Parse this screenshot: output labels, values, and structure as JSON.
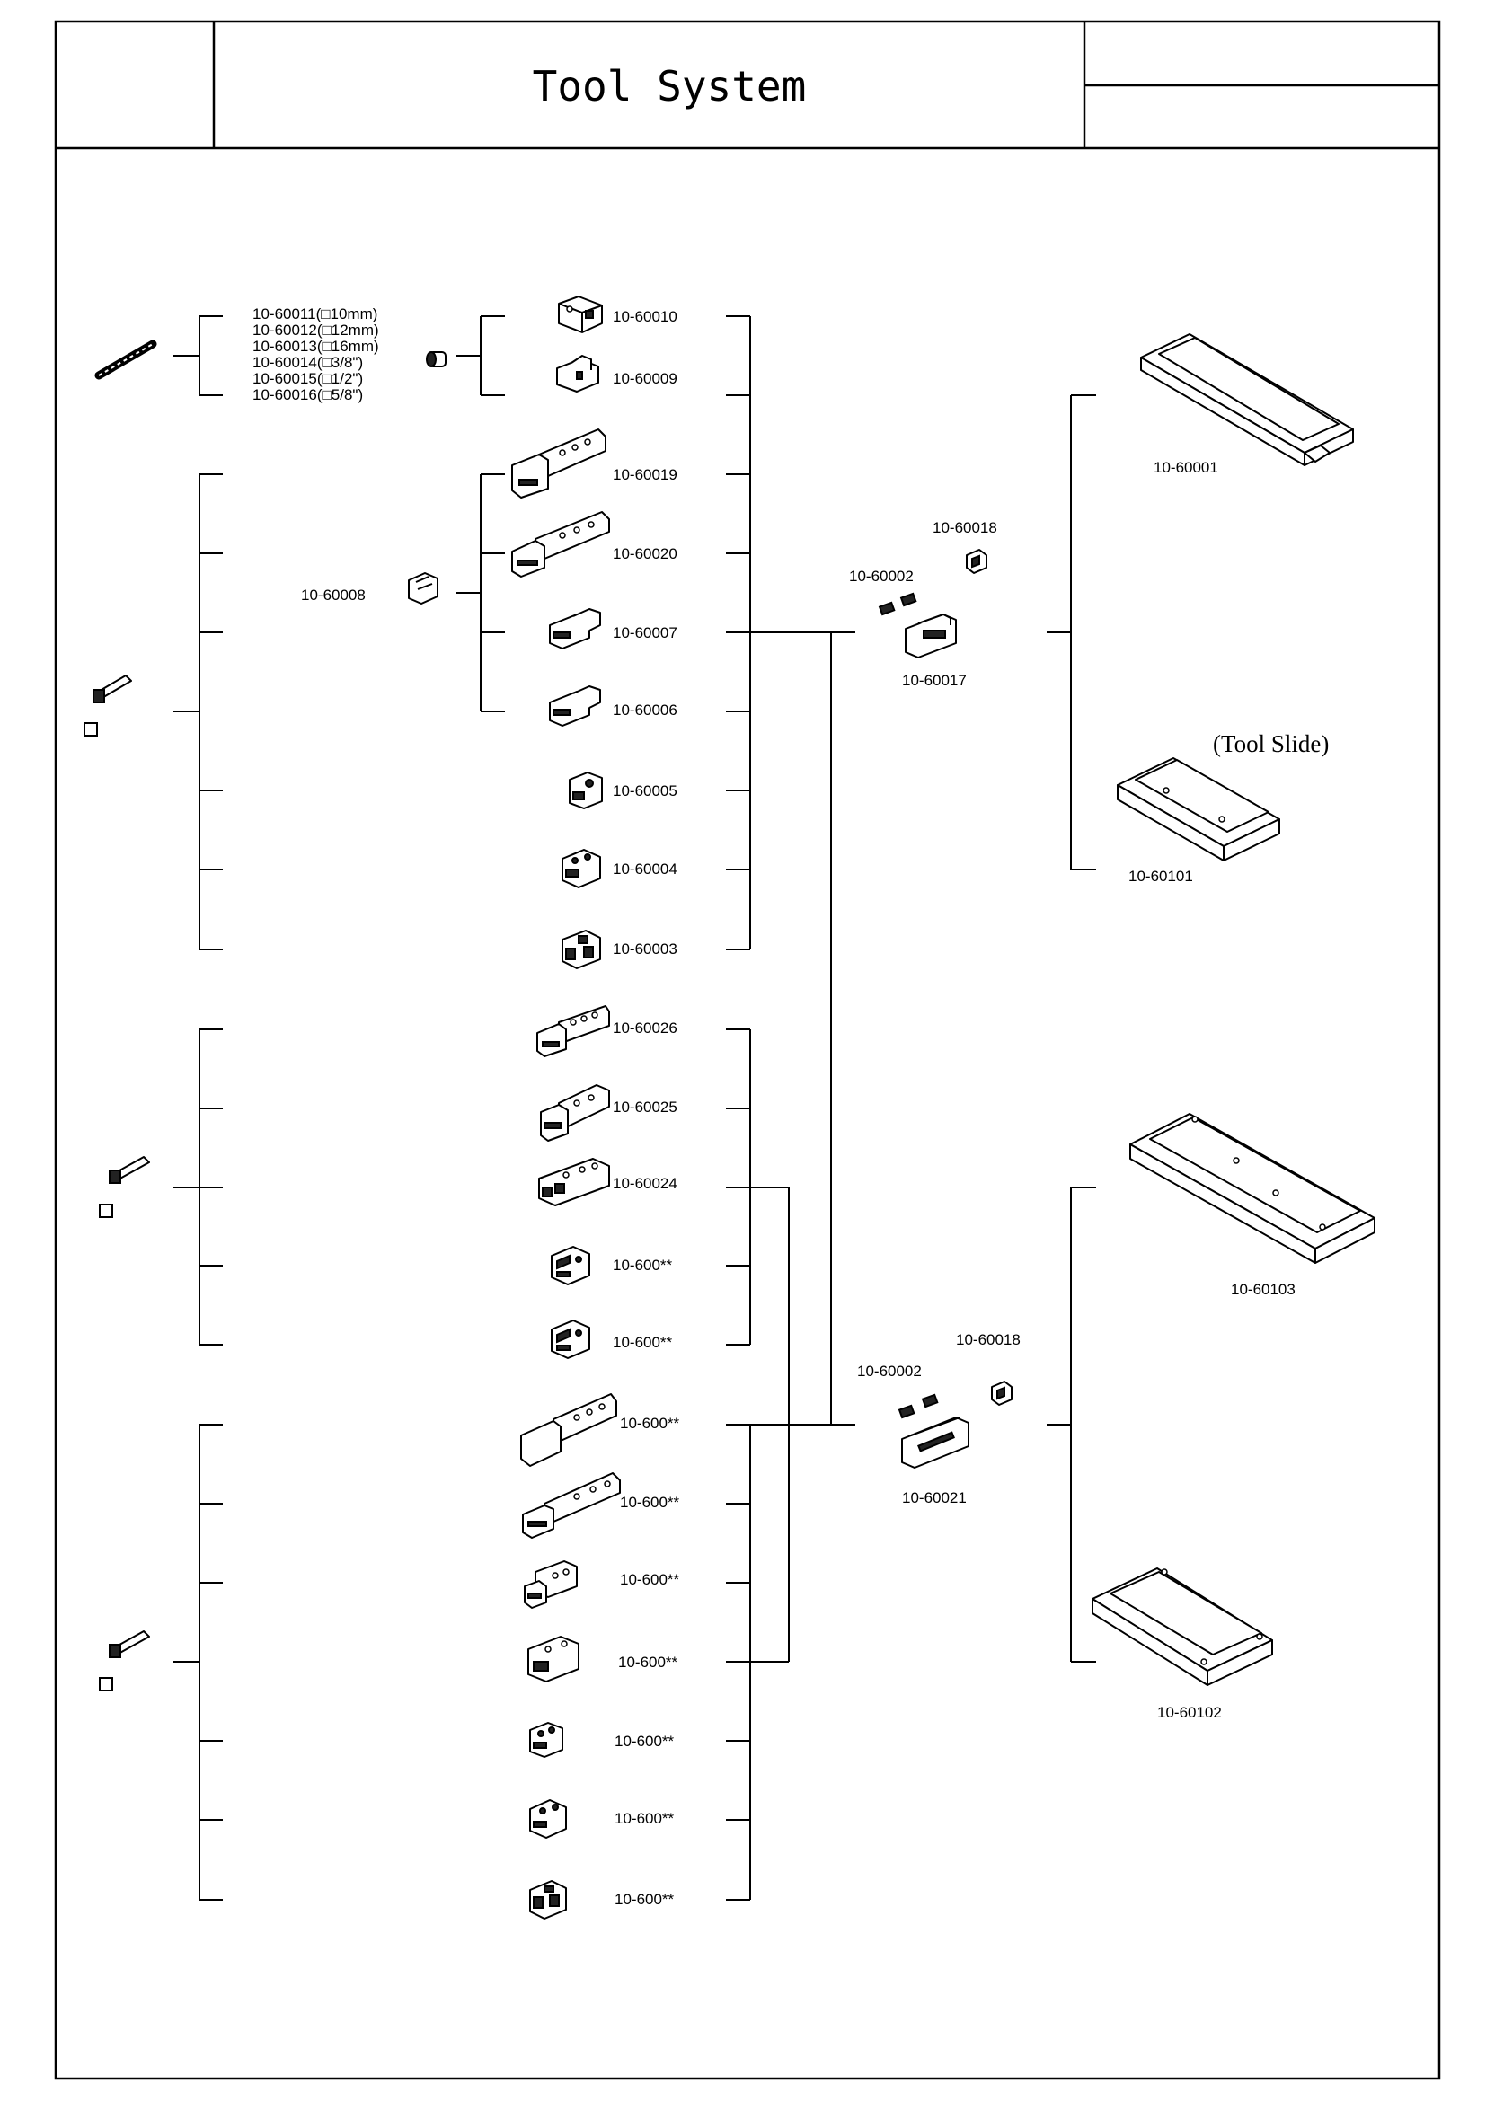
{
  "header": {
    "title": "Tool System"
  },
  "annotations": {
    "tool_slide": "(Tool Slide)"
  },
  "groups": {
    "top_labels": [
      "10-60011(□10mm)",
      "10-60012(□12mm)",
      "10-60013(□16mm)",
      "10-60014(□3/8\")",
      "10-60015(□1/2\")",
      "10-60016(□5/8\")"
    ],
    "top_holders": [
      "10-60010",
      "10-60009"
    ],
    "adapter": "10-60008",
    "adapter_holders": [
      "10-60019",
      "10-60020",
      "10-60007",
      "10-60006"
    ],
    "direct_holders": [
      "10-60005",
      "10-60004",
      "10-60003"
    ],
    "mid_holders": [
      "10-60026",
      "10-60025",
      "10-60024",
      "10-600**",
      "10-600**"
    ],
    "low_holders": [
      "10-600**",
      "10-600**",
      "10-600**",
      "10-600**",
      "10-600**",
      "10-600**",
      "10-600**"
    ]
  },
  "upper_block": {
    "clamp": "10-60017",
    "pin": "10-60002",
    "nut": "10-60018"
  },
  "lower_block": {
    "clamp": "10-60021",
    "pin": "10-60002",
    "nut": "10-60018"
  },
  "slides": {
    "upper_a": "10-60001",
    "upper_b": "10-60101",
    "lower_a": "10-60103",
    "lower_b": "10-60102"
  }
}
